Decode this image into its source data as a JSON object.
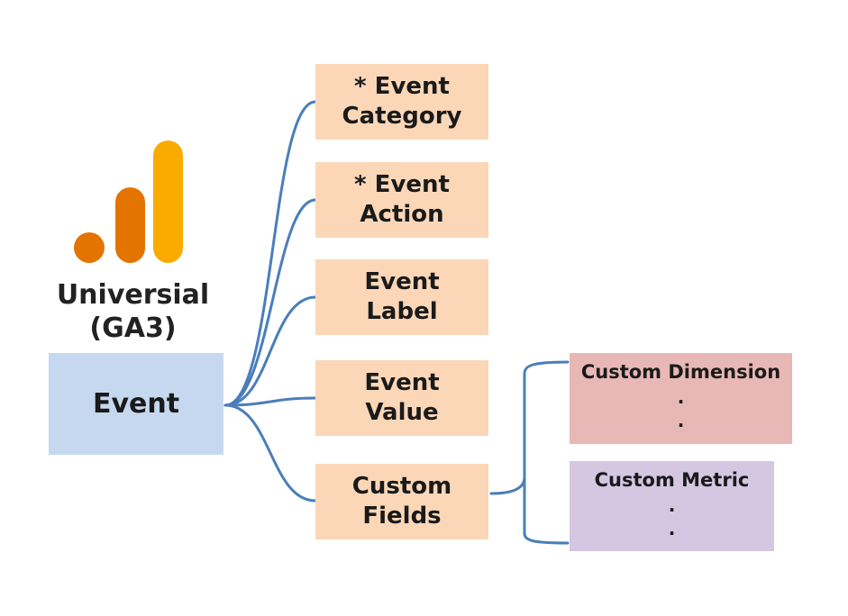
{
  "logo": {
    "icon": "google-analytics-icon",
    "title_line1": "Universial",
    "title_line2": "(GA3)",
    "colors": {
      "bar_tall": "#f9ab00",
      "bar_mid": "#e37400",
      "dot": "#e37400"
    }
  },
  "event": {
    "label": "Event"
  },
  "attributes": [
    {
      "line1": "* Event",
      "line2": "Category"
    },
    {
      "line1": "* Event",
      "line2": "Action"
    },
    {
      "line1": "Event",
      "line2": "Label"
    },
    {
      "line1": "Event",
      "line2": "Value"
    },
    {
      "line1": "Custom",
      "line2": "Fields"
    }
  ],
  "custom": {
    "dimension": {
      "label": "Custom Dimension",
      "dot1": ".",
      "dot2": "."
    },
    "metric": {
      "label": "Custom Metric",
      "dot1": ".",
      "dot2": "."
    }
  },
  "colors": {
    "attribute_box": "#fbd7b8",
    "event_box": "#c6d8ef",
    "dimension_box": "#e8b8b6",
    "metric_box": "#d5c6e2",
    "connector": "#4a7ebb"
  }
}
